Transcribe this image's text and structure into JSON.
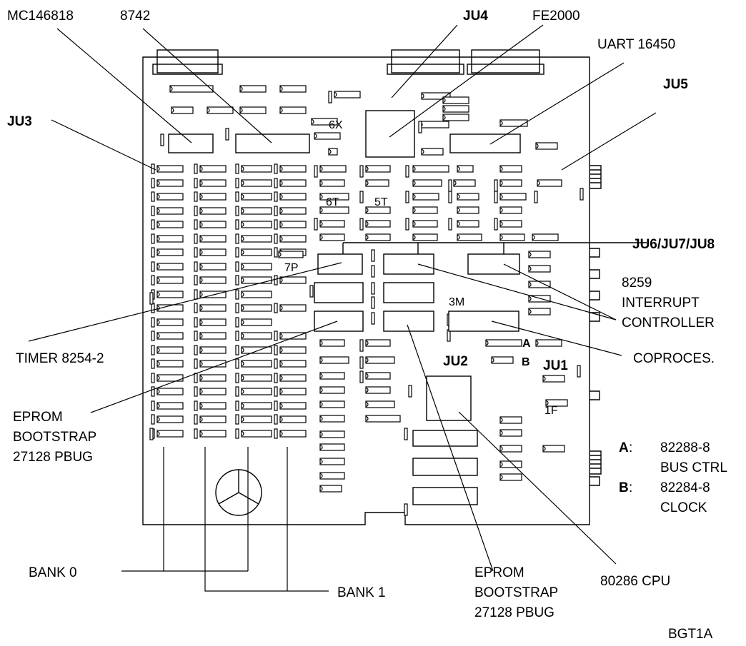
{
  "labels": {
    "mc146818": "MC146818",
    "c8742": "8742",
    "ju4": "JU4",
    "fe2000": "FE2000",
    "uart": "UART 16450",
    "ju5": "JU5",
    "ju3": "JU3",
    "ju678": "JU6/JU7/JU8",
    "pic_1": "8259",
    "pic_2": "INTERRUPT",
    "pic_3": "CONTROLLER",
    "coproc": "COPROCES.",
    "timer": "TIMER 8254-2",
    "epromL_1": "EPROM",
    "epromL_2": "BOOTSTRAP",
    "epromL_3": "27128 PBUG",
    "legend_a_key": "A",
    "legend_a_1": "82288-8",
    "legend_a_2": "BUS CTRL",
    "legend_b_key": "B",
    "legend_b_1": "82284-8",
    "legend_b_2": "CLOCK",
    "bank0": "BANK 0",
    "bank1": "BANK 1",
    "epromB_1": "EPROM",
    "epromB_2": "BOOTSTRAP",
    "epromB_3": "27128 PBUG",
    "cpu": "80286 CPU",
    "code": "BGT1A"
  },
  "board_labels": {
    "s6x": "6X",
    "s6t": "6T",
    "s5t": "5T",
    "s7p": "7P",
    "s3m": "3M",
    "a": "A",
    "b": "B",
    "ju2": "JU2",
    "ju1": "JU1",
    "s1f": "1F"
  },
  "colors": {
    "ink": "#000000",
    "board": "#ffffff"
  }
}
